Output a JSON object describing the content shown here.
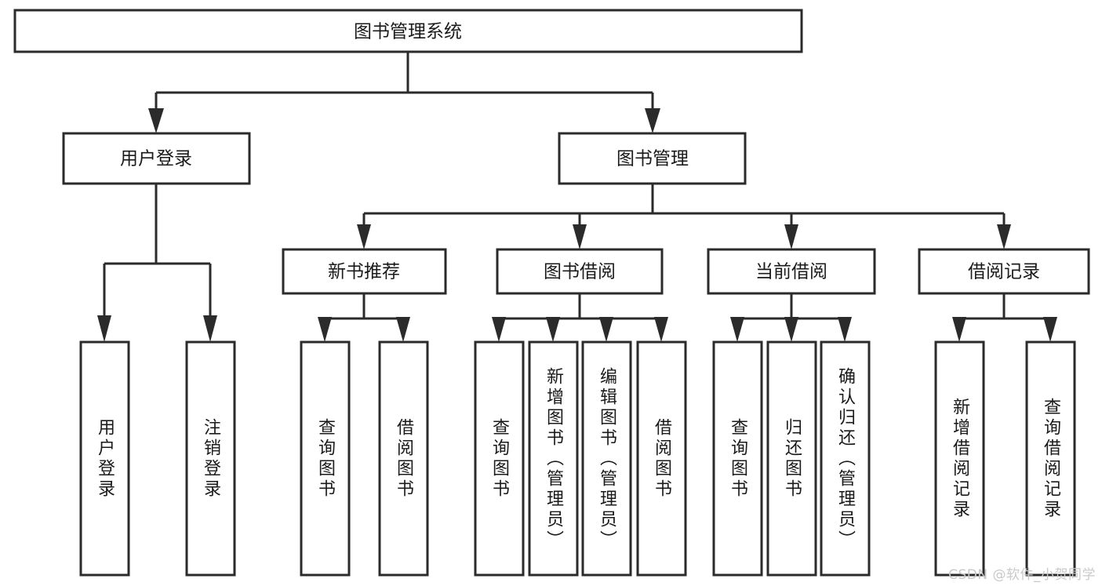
{
  "diagram": {
    "type": "tree-hierarchy-flowchart",
    "title": "图书管理系统",
    "watermark": "CSDN @软件_小贺同学",
    "colors": {
      "stroke": "#2b2b2b",
      "fill": "#ffffff",
      "text": "#1a1a1a",
      "watermark": "#c9c9c9",
      "background": "#ffffff"
    },
    "levels": {
      "root": {
        "label": "图书管理系统"
      },
      "level1": [
        {
          "id": "user-login",
          "label": "用户登录"
        },
        {
          "id": "book-management",
          "label": "图书管理"
        }
      ],
      "level2": [
        {
          "id": "new-book-recommend",
          "label": "新书推荐",
          "parent": "book-management"
        },
        {
          "id": "book-borrow",
          "label": "图书借阅",
          "parent": "book-management"
        },
        {
          "id": "current-borrow",
          "label": "当前借阅",
          "parent": "book-management"
        },
        {
          "id": "borrow-record",
          "label": "借阅记录",
          "parent": "book-management"
        }
      ],
      "leaves": [
        {
          "id": "leaf-user-login",
          "label": "用户登录",
          "parent": "user-login"
        },
        {
          "id": "leaf-logout-login",
          "label": "注销登录",
          "parent": "user-login"
        },
        {
          "id": "leaf-query-book-1",
          "label": "查询图书",
          "parent": "new-book-recommend"
        },
        {
          "id": "leaf-borrow-book-1",
          "label": "借阅图书",
          "parent": "new-book-recommend"
        },
        {
          "id": "leaf-query-book-2",
          "label": "查询图书",
          "parent": "book-borrow"
        },
        {
          "id": "leaf-add-book",
          "label": "新增图书（管理员）",
          "parent": "book-borrow"
        },
        {
          "id": "leaf-edit-book",
          "label": "编辑图书（管理员）",
          "parent": "book-borrow"
        },
        {
          "id": "leaf-borrow-book-2",
          "label": "借阅图书",
          "parent": "book-borrow"
        },
        {
          "id": "leaf-query-book-3",
          "label": "查询图书",
          "parent": "current-borrow"
        },
        {
          "id": "leaf-return-book",
          "label": "归还图书",
          "parent": "current-borrow"
        },
        {
          "id": "leaf-confirm-return",
          "label": "确认归还（管理员）",
          "parent": "current-borrow"
        },
        {
          "id": "leaf-add-record",
          "label": "新增借阅记录",
          "parent": "borrow-record"
        },
        {
          "id": "leaf-query-record",
          "label": "查询借阅记录",
          "parent": "borrow-record"
        }
      ]
    }
  }
}
